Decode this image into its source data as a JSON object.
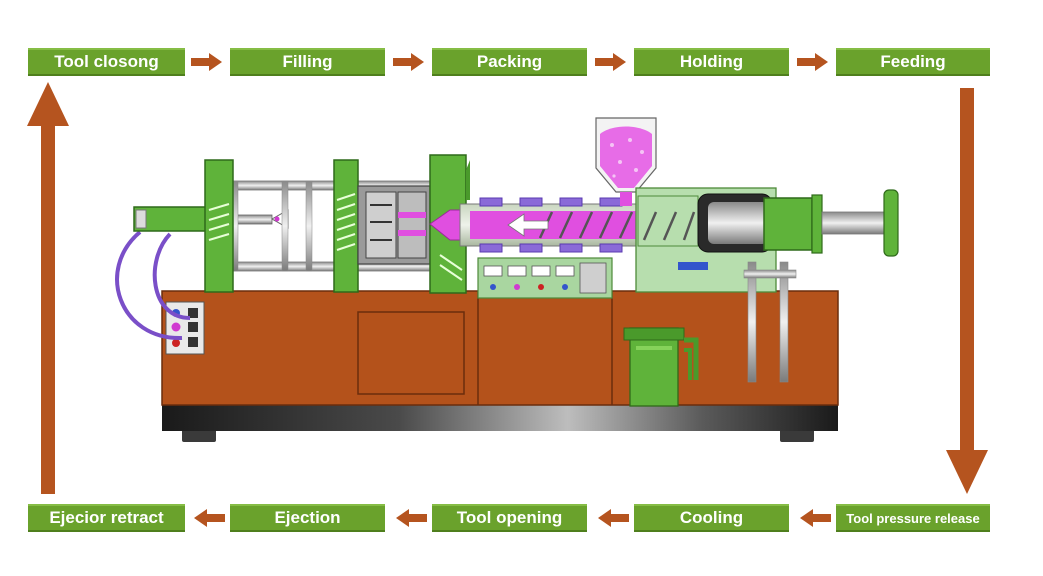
{
  "diagram": {
    "top_row": [
      "Tool closong",
      "Filling",
      "Packing",
      "Holding",
      "Feeding"
    ],
    "bottom_row": [
      "Ejecior retract",
      "Ejection",
      "Tool opening",
      "Cooling",
      "Tool pressure release"
    ],
    "colors": {
      "step_fill": "#6aa22c",
      "arrow": "#b5541f",
      "machine_body": "#b4521b",
      "machine_green": "#5fb33a",
      "material": "#e04fe0",
      "base": "#2a2a2a"
    }
  }
}
